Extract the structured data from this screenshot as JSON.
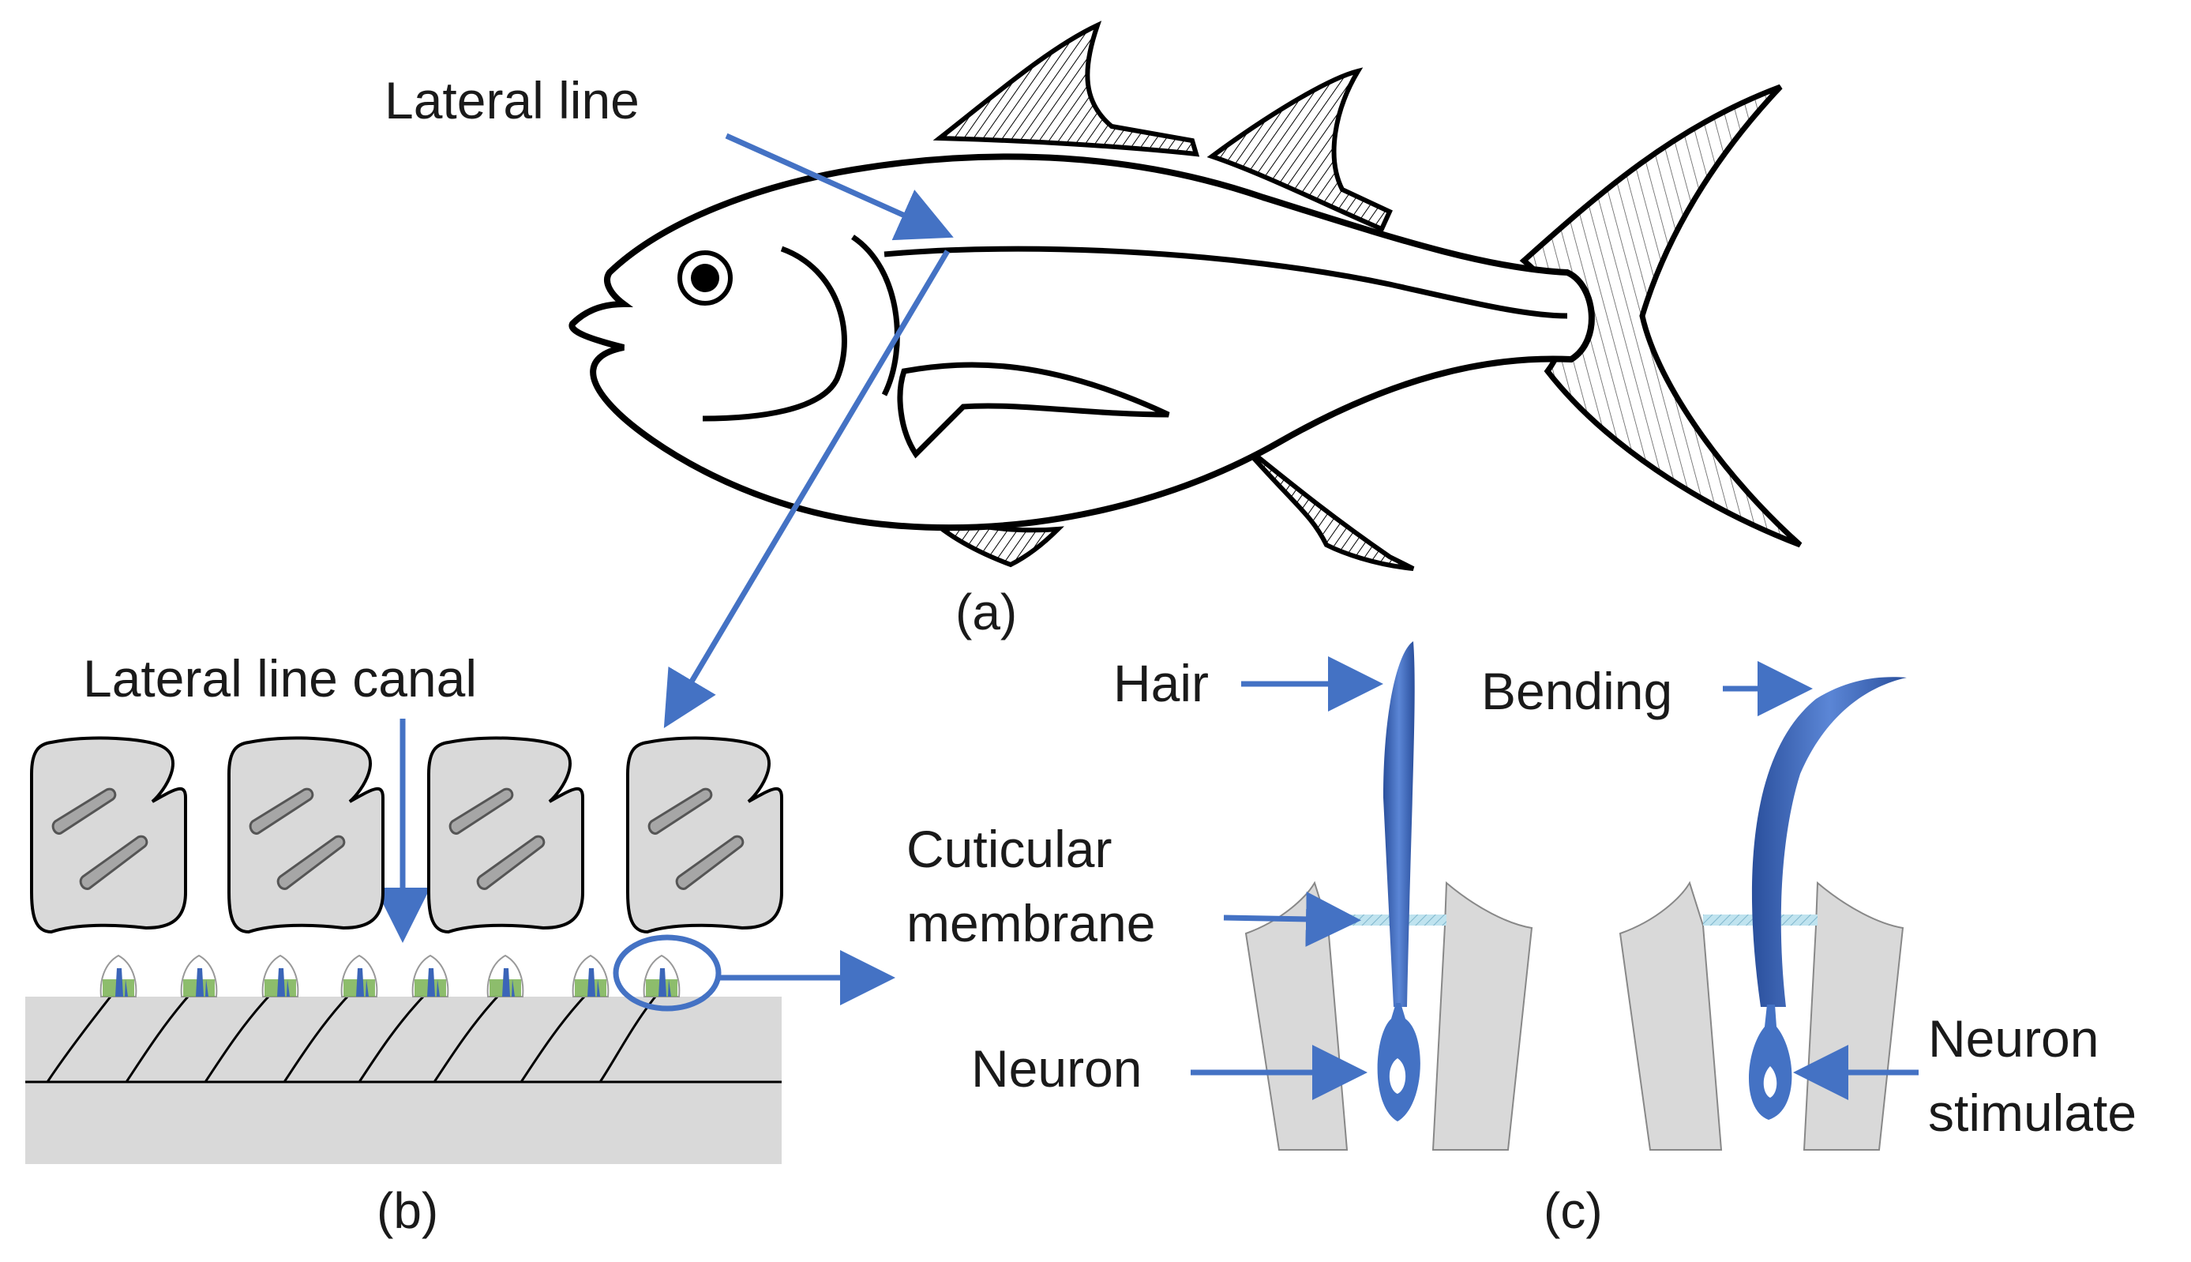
{
  "colors": {
    "arrow": "#4472c4",
    "hair": "#3b65b8",
    "tissue": "#d9d9d9",
    "scale": "#d9d9d9",
    "membrane": "#9fd3e6",
    "cupula_green": "#70ad47",
    "outline": "#000000"
  },
  "labels": {
    "lateral_line": "Lateral line",
    "lateral_line_canal": "Lateral line canal",
    "hair": "Hair",
    "bending": "Bending",
    "cuticular_1": "Cuticular",
    "cuticular_2": "membrane",
    "neuron": "Neuron",
    "neuron_stim_1": "Neuron",
    "neuron_stim_2": "stimulate"
  },
  "captions": {
    "a": "(a)",
    "b": "(b)",
    "c": "(c)"
  },
  "icons": {
    "fish": "fish-outline-icon",
    "scale": "fish-scale-icon",
    "neuromast": "neuromast-icon",
    "hair_cell": "hair-cell-icon"
  }
}
